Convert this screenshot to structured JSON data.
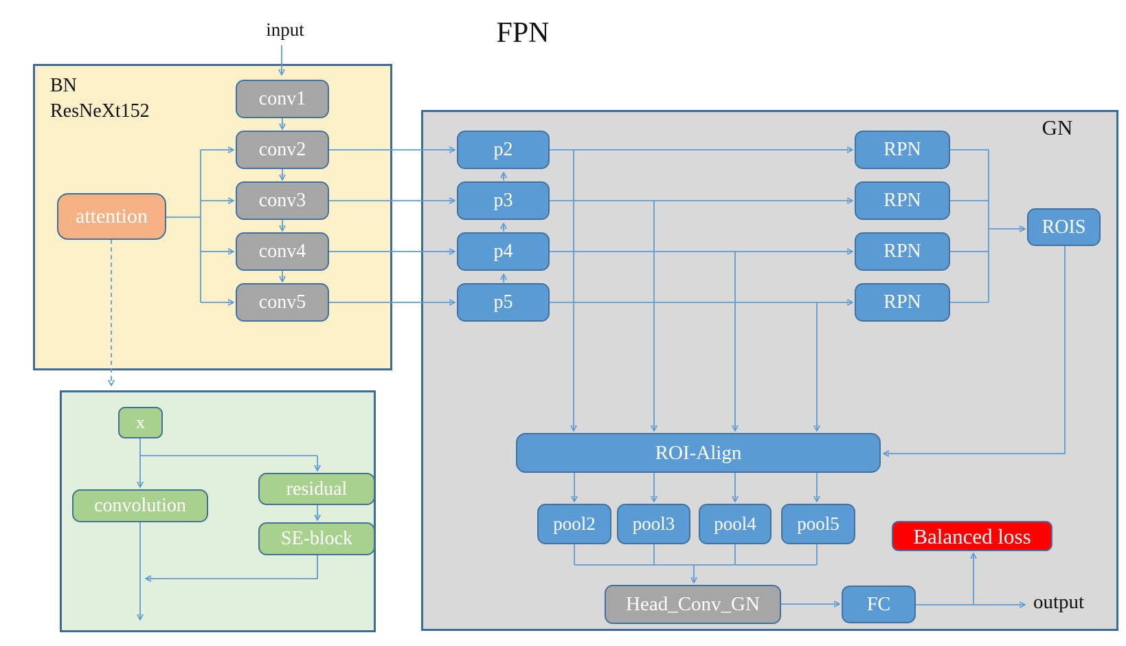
{
  "labels": {
    "title": "FPN",
    "input": "input",
    "output": "output",
    "backbone_bn": "BN",
    "backbone_name": "ResNeXt152",
    "gn_corner": "GN"
  },
  "nodes": {
    "conv1": "conv1",
    "conv2": "conv2",
    "conv3": "conv3",
    "conv4": "conv4",
    "conv5": "conv5",
    "attention": "attention",
    "x": "x",
    "convolution": "convolution",
    "residual": "residual",
    "se_block": "SE-block",
    "p2": "p2",
    "p3": "p3",
    "p4": "p4",
    "p5": "p5",
    "rpn": "RPN",
    "rois": "ROIS",
    "roi_align": "ROI-Align",
    "pool2": "pool2",
    "pool3": "pool3",
    "pool4": "pool4",
    "pool5": "pool5",
    "head_conv_gn": "Head_Conv_GN",
    "fc": "FC",
    "balanced_loss": "Balanced loss"
  },
  "palette": {
    "blue_fill": "#5b9bd5",
    "gray_fill": "#a6a6a6",
    "orange_fill": "#f4b183",
    "green_node_fill": "#a9d18e",
    "panel_yellow": "#fcf0c8",
    "panel_gray": "#d9d9d9",
    "panel_green": "#e2efda",
    "red_fill": "#ff0000",
    "connector_blue": "#5b9bd5",
    "border_blue": "#41719c"
  }
}
